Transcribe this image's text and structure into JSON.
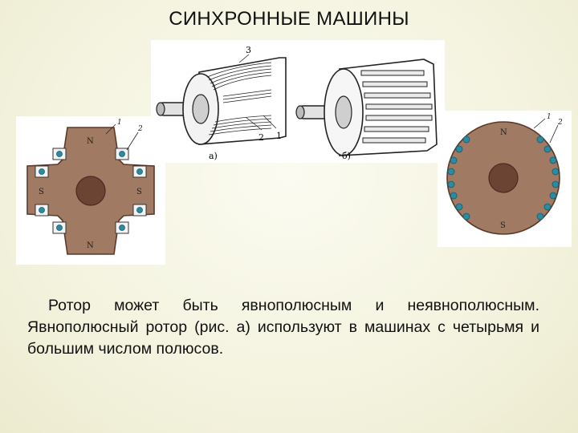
{
  "slide": {
    "title": "СИНХРОННЫЕ МАШИНЫ",
    "body": "Ротор может быть явнополюсным и неявнополюсным. Явнополюсный ротор (рис. а) используют в машинах с четырьмя и большим числом полюсов."
  },
  "figure_top": {
    "label_a": "а)",
    "label_b": "б)",
    "callouts": [
      "3",
      "2",
      "1"
    ]
  },
  "figure_salient": {
    "poles": [
      "N",
      "S",
      "N",
      "S"
    ],
    "callouts": [
      "1",
      "2"
    ]
  },
  "figure_nonsalient": {
    "poles": [
      "N",
      "S"
    ],
    "callouts": [
      "1",
      "2"
    ]
  },
  "colors": {
    "rotor_brown": "#a07a63",
    "hub_dark": "#6b4433",
    "coil_blue": "#2a8ba3"
  }
}
